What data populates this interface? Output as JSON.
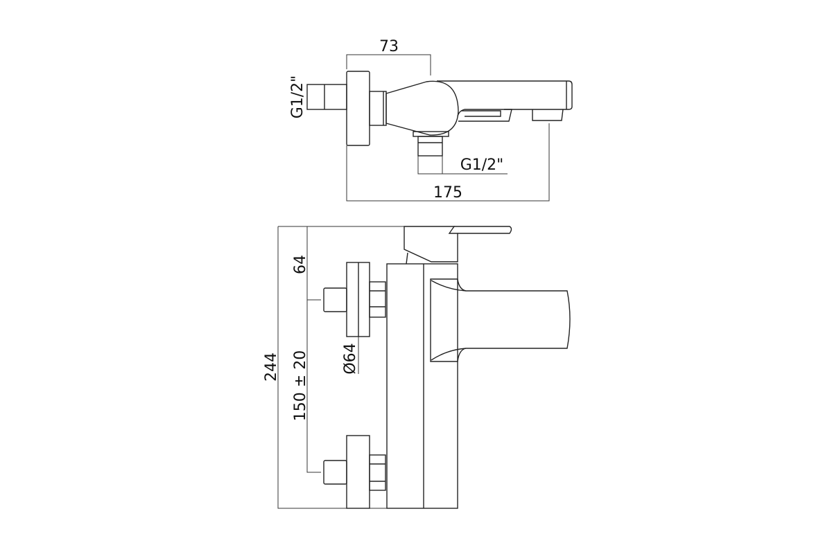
{
  "top_view": {
    "dim_wall_to_handle": "73",
    "dim_inlet_thread": "G1/2\"",
    "dim_outlet_thread": "G1/2\"",
    "dim_total_projection": "175"
  },
  "front_view": {
    "dim_total_height": "244",
    "dim_top_to_inlet": "64",
    "dim_inlet_spacing": "150 ± 20",
    "dim_flange_diameter": "Ø64"
  },
  "colors": {
    "line": "#222222",
    "background": "#ffffff"
  }
}
